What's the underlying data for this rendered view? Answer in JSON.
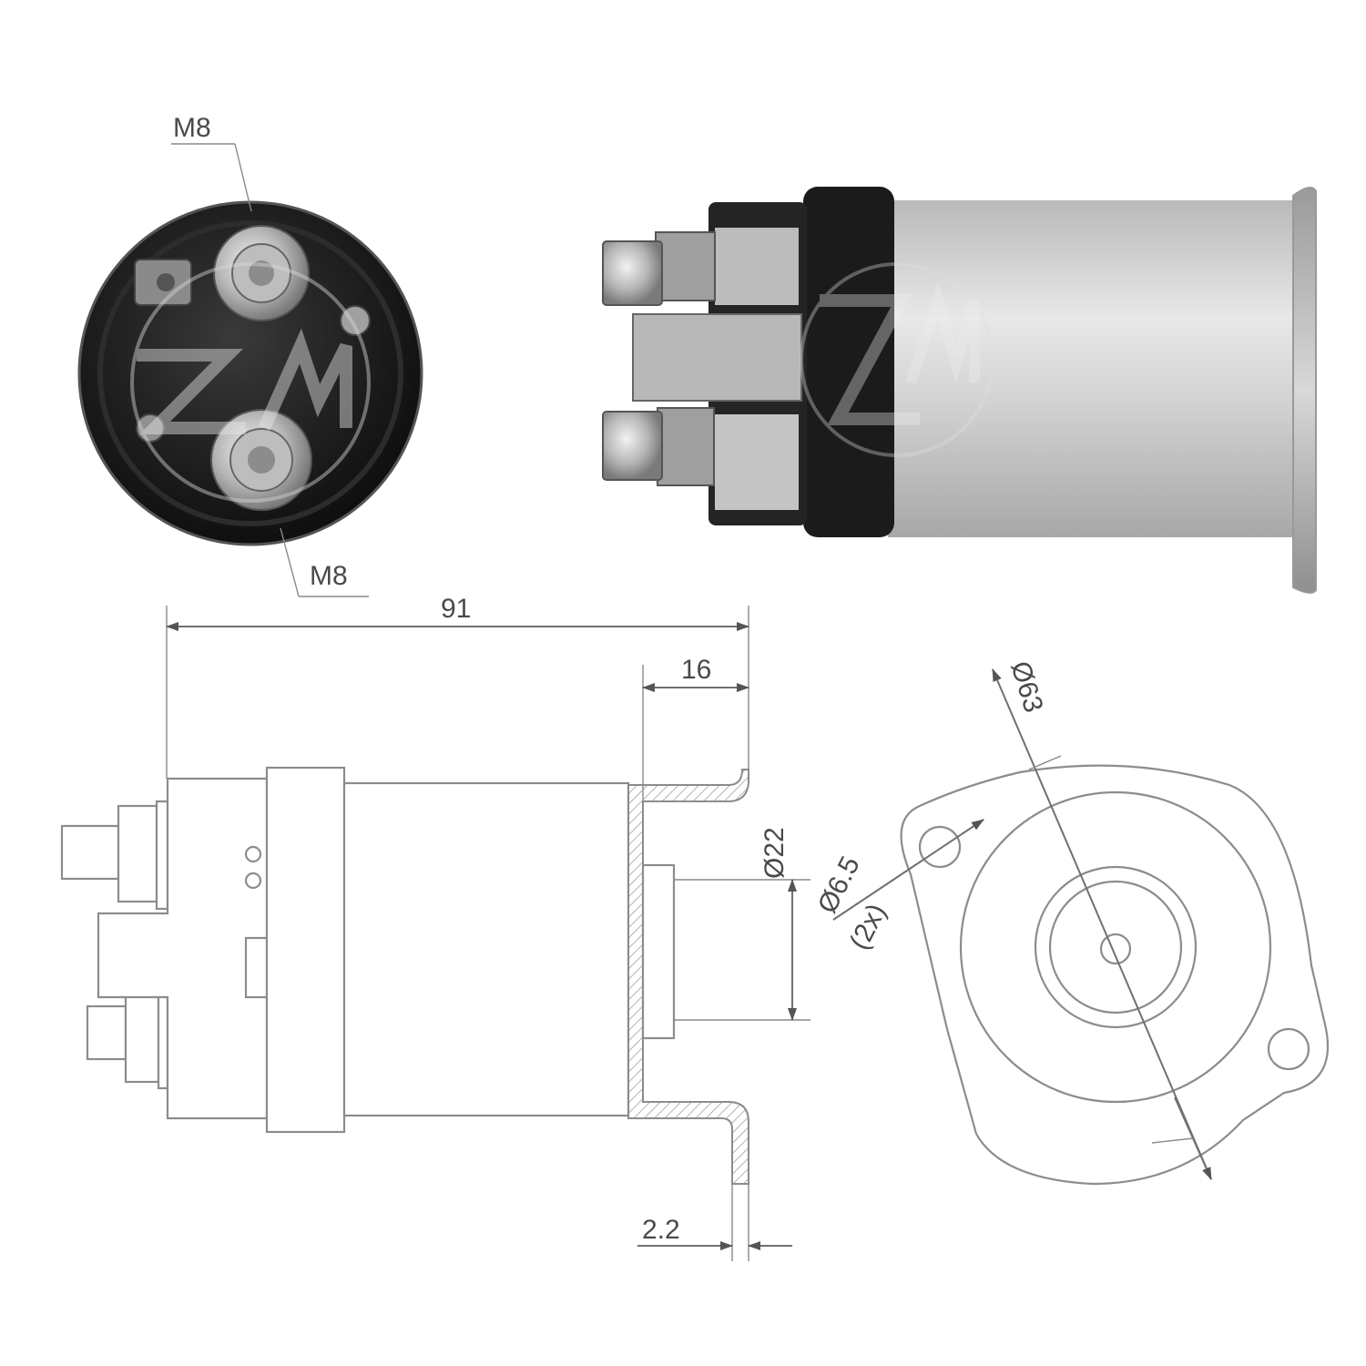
{
  "labels": {
    "thread_top": "M8",
    "thread_bottom": "M8",
    "overall_length": "91",
    "flange_depth": "16",
    "pilot_diameter": "Ø22",
    "flange_thickness": "2.2",
    "hole_diameter": "Ø6.5",
    "hole_count": "(2x)",
    "bolt_circle": "Ø63"
  },
  "colors": {
    "line": "#707070",
    "body_metal": "#c8c8c8",
    "cap_black": "#1c1c1c",
    "watermark": "#e6e6e6"
  },
  "icons": {
    "watermark": "zm-logo-watermark"
  }
}
